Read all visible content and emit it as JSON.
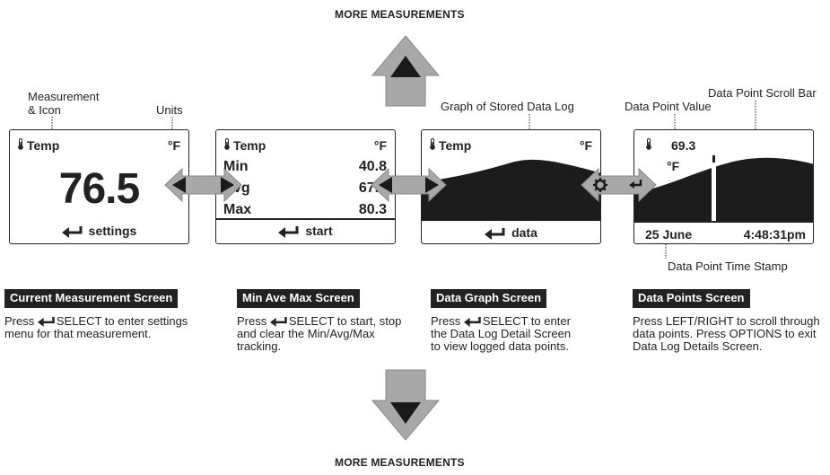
{
  "more_measurements_top": "MORE MEASUREMENTS",
  "more_measurements_bottom": "MORE MEASUREMENTS",
  "callouts": {
    "measurement_icon": "Measurement\n& Icon",
    "units": "Units",
    "graph_log": "Graph of Stored Data Log",
    "data_point_value": "Data Point Value",
    "scroll_bar": "Data Point Scroll Bar",
    "time_stamp": "Data Point Time Stamp"
  },
  "screen1": {
    "title": "Temp",
    "unit": "°F",
    "value": "76.5",
    "enter": "settings"
  },
  "screen2": {
    "title": "Temp",
    "unit": "°F",
    "rows": [
      {
        "label": "Min",
        "value": "40.8"
      },
      {
        "label": "Avg",
        "value": "67.5"
      },
      {
        "label": "Max",
        "value": "80.3"
      }
    ],
    "enter": "start"
  },
  "screen3": {
    "title": "Temp",
    "unit": "°F",
    "enter": "data"
  },
  "screen4": {
    "value": "69.3",
    "unit": "°F",
    "date": "25 June",
    "time": "4:48:31pm"
  },
  "sections": [
    {
      "title": "Current Measurement Screen",
      "desc_pre": "Press",
      "desc": "SELECT to enter settings menu for that measurement."
    },
    {
      "title": "Min Ave Max Screen",
      "desc_pre": "Press",
      "desc": "SELECT to start, stop and clear the Min/Avg/Max tracking."
    },
    {
      "title": "Data Graph Screen",
      "desc_pre": "Press",
      "desc": "SELECT to enter the Data Log Detail Screen to view logged data points."
    },
    {
      "title": "Data Points Screen",
      "desc_pre": "",
      "desc": "Press LEFT/RIGHT to scroll through data points.  Press OPTIONS to exit Data Log Details Screen."
    }
  ],
  "icons": {
    "thermometer": "thermometer-icon",
    "enter": "enter-arrow-icon",
    "gear": "gear-icon",
    "up": "up-arrow-icon",
    "down": "down-arrow-icon",
    "left_right": "left-right-arrow-icon"
  },
  "colors": {
    "arrow_fill": "#a8a8a8",
    "arrow_inner": "#1a1a1a",
    "ink": "#222222"
  }
}
